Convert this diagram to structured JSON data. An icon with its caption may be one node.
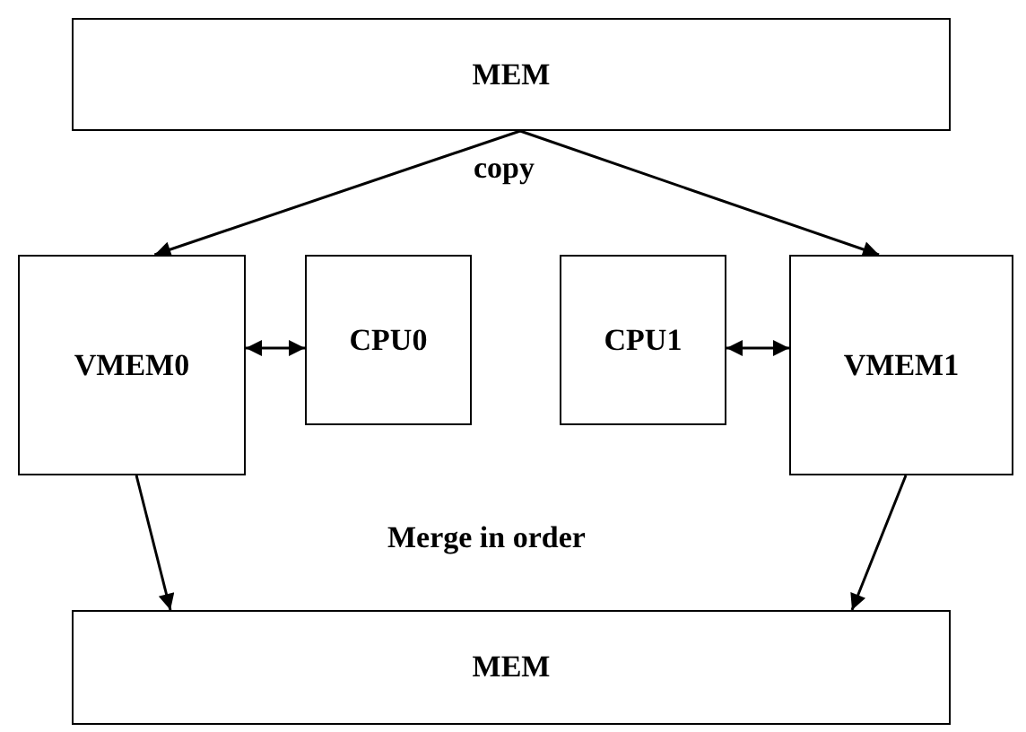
{
  "diagram": {
    "nodes": [
      {
        "text": [
          "MEM"
        ]
      },
      {
        "text": [
          "VMEM0"
        ]
      },
      {
        "text": [
          "CPU0"
        ]
      },
      {
        "text": [
          "CPU1"
        ]
      },
      {
        "text": [
          "VMEM1"
        ]
      },
      {
        "text": [
          "MEM"
        ]
      }
    ],
    "edges": [
      {
        "from": 0,
        "to": 1,
        "arrow": "to"
      },
      {
        "from": 0,
        "to": 4,
        "arrow": "to"
      },
      {
        "from": 1,
        "to": 2,
        "arrow": "both"
      },
      {
        "from": 3,
        "to": 4,
        "arrow": "both"
      },
      {
        "from": 1,
        "to": 5,
        "arrow": "to"
      },
      {
        "from": 4,
        "to": 5,
        "arrow": "to"
      }
    ],
    "labels": [
      "copy",
      "Merge in order"
    ]
  }
}
